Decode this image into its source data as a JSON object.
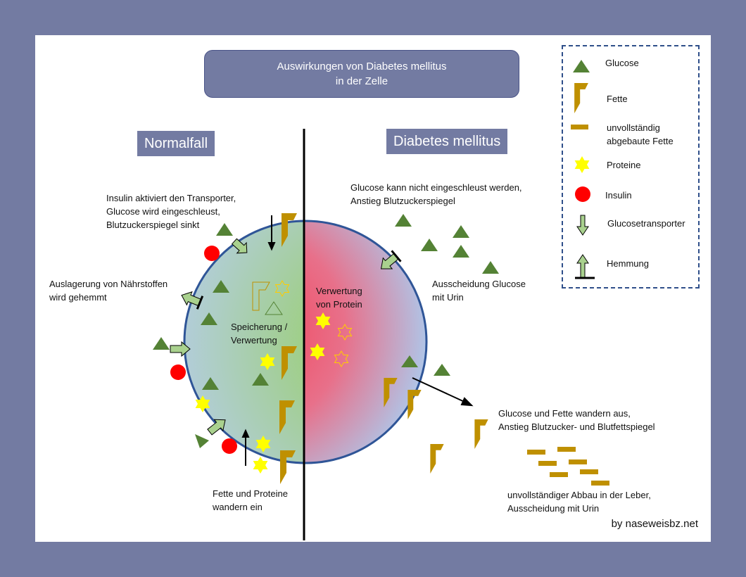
{
  "title": {
    "line1": "Auswirkungen von Diabetes mellitus",
    "line2": "in der Zelle"
  },
  "sections": {
    "normal": "Normalfall",
    "diabetes": "Diabetes mellitus"
  },
  "annotations": {
    "insulin_transport": [
      "Insulin aktiviert den Transporter,",
      "Glucose wird eingeschleust,",
      "Blutzuckerspiegel sinkt"
    ],
    "auslagerung": [
      "Auslagerung von Nährstoffen",
      "wird gehemmt"
    ],
    "speicherung": [
      "Speicherung /",
      "Verwertung"
    ],
    "fette_proteine": [
      "Fette und Proteine",
      "wandern ein"
    ],
    "glucose_nicht": [
      "Glucose kann nicht eingeschleust werden,",
      "Anstieg Blutzuckerspiegel"
    ],
    "verwertung_protein": [
      "Verwertung",
      "von Protein"
    ],
    "ausscheidung_glucose": [
      "Ausscheidung Glucose",
      "mit Urin"
    ],
    "wandern_aus": [
      "Glucose und Fette wandern aus,",
      "Anstieg Blutzucker- und Blutfettspiegel"
    ],
    "abbau_leber": [
      "unvollständiger Abbau in der Leber,",
      "Ausscheidung mit Urin"
    ]
  },
  "legend": {
    "items": [
      {
        "icon": "glucose-triangle-icon",
        "label": "Glucose"
      },
      {
        "icon": "fat-bracket-icon",
        "label": "Fette"
      },
      {
        "icon": "partial-fat-bar-icon",
        "label": "unvollständig\nabgebaute Fette"
      },
      {
        "icon": "protein-star-icon",
        "label": "Proteine"
      },
      {
        "icon": "insulin-circle-icon",
        "label": "Insulin"
      },
      {
        "icon": "transporter-arrow-icon",
        "label": "Glucosetransporter"
      },
      {
        "icon": "inhibition-arrow-icon",
        "label": "Hemmung"
      }
    ]
  },
  "colors": {
    "background": "#737ba2",
    "glucose": "#548235",
    "fat": "#bf9000",
    "protein": "#ffff00",
    "insulin": "#ff0000",
    "transporter": "#a9d18e",
    "membrane": "#2f5597",
    "normal_cell": "#92d050",
    "diabetes_cell": "#f43f55"
  },
  "credit": "by naseweisbz.net"
}
